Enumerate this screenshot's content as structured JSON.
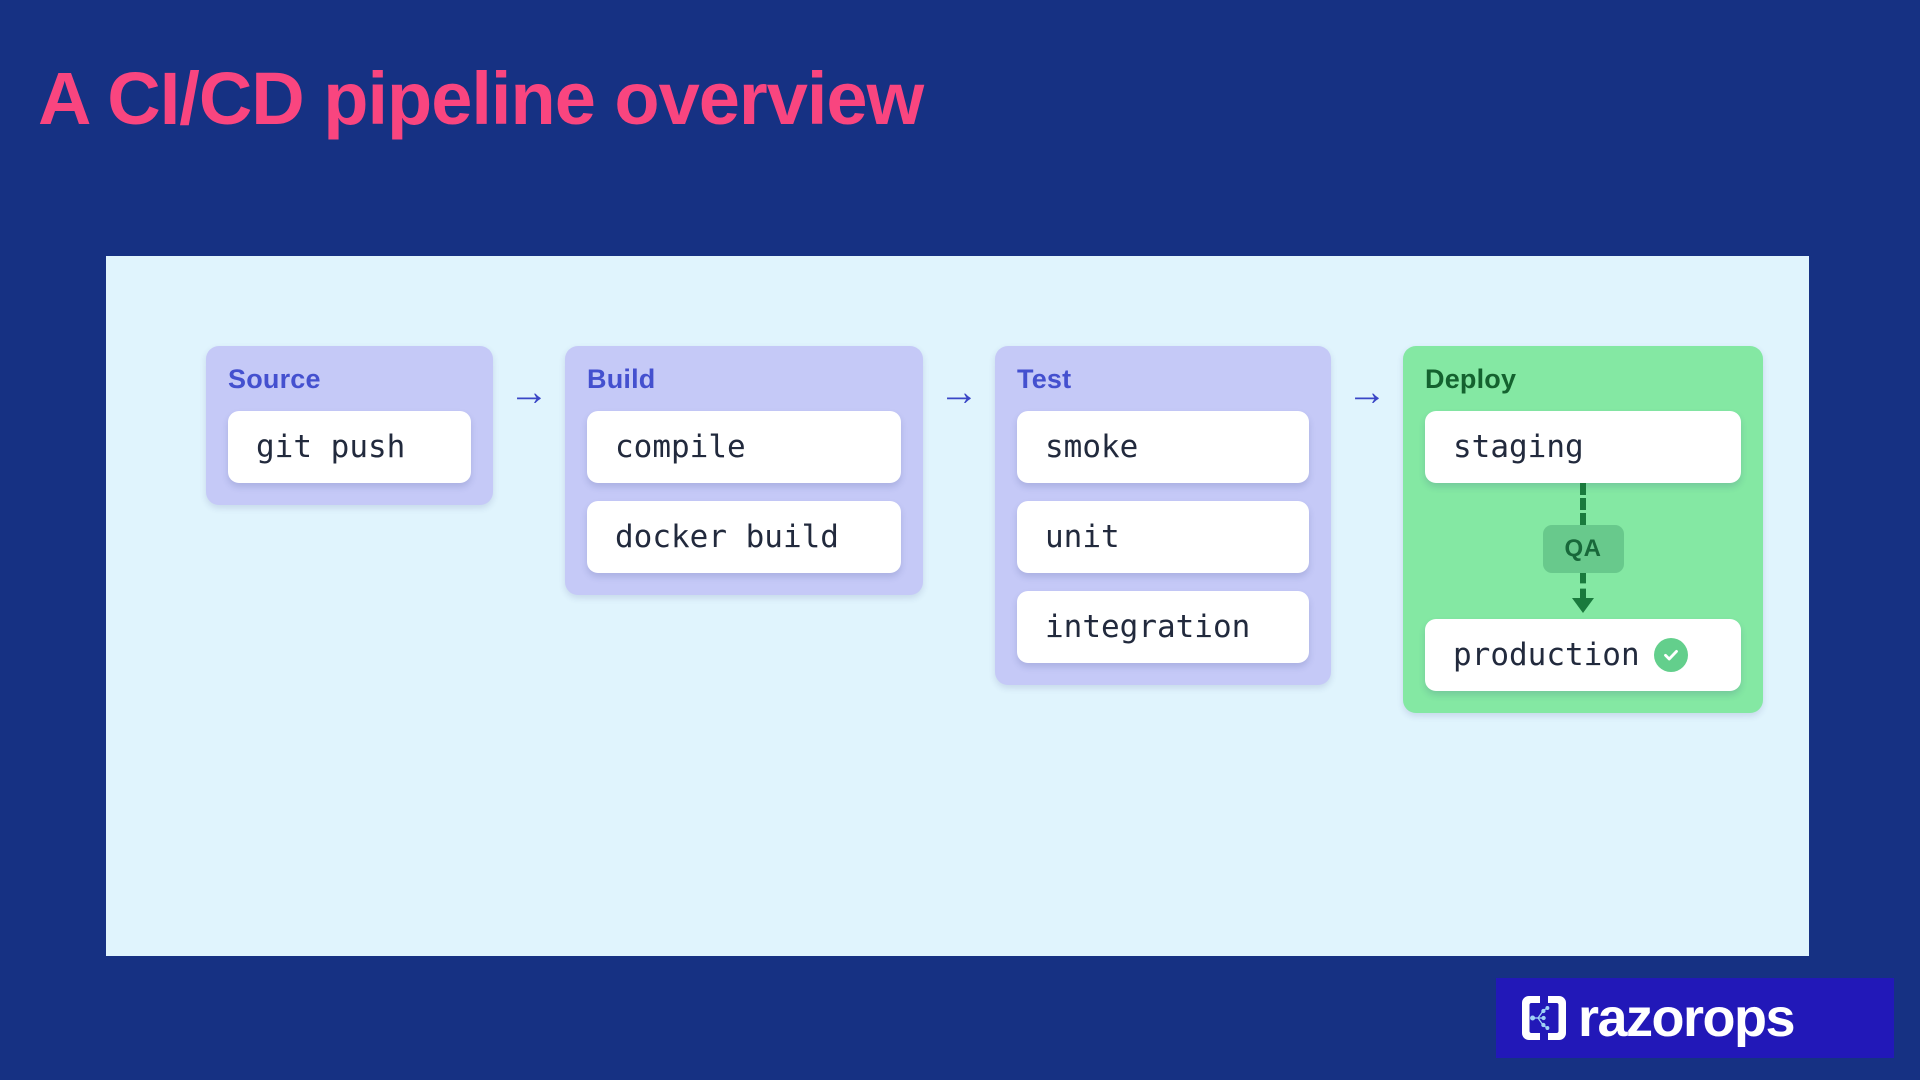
{
  "page": {
    "title": "A CI/CD pipeline overview",
    "background_color": "#163183",
    "title_color": "#f9457f",
    "canvas_color": "#e0f4fd"
  },
  "pipeline": {
    "connector_symbol": "→",
    "stages": [
      {
        "name": "Source",
        "accent": "purple",
        "bg_color": "#c5c9f7",
        "title_color": "#4450cf",
        "items": [
          {
            "label": "git push",
            "status": null
          }
        ]
      },
      {
        "name": "Build",
        "accent": "purple",
        "bg_color": "#c5c9f7",
        "title_color": "#4450cf",
        "items": [
          {
            "label": "compile",
            "status": null
          },
          {
            "label": "docker build",
            "status": null
          }
        ]
      },
      {
        "name": "Test",
        "accent": "purple",
        "bg_color": "#c5c9f7",
        "title_color": "#4450cf",
        "items": [
          {
            "label": "smoke",
            "status": null
          },
          {
            "label": "unit",
            "status": null
          },
          {
            "label": "integration",
            "status": null
          }
        ]
      },
      {
        "name": "Deploy",
        "accent": "green",
        "bg_color": "#84e8a3",
        "title_color": "#14622f",
        "items": [
          {
            "label": "staging",
            "status": null
          },
          {
            "label": "production",
            "status": "success"
          }
        ],
        "gate": {
          "label": "QA",
          "badge_color": "#68c98c",
          "text_color": "#18683a"
        }
      }
    ]
  },
  "logo": {
    "text": "razorops",
    "badge_color": "#2218b8",
    "text_color": "#ffffff"
  }
}
